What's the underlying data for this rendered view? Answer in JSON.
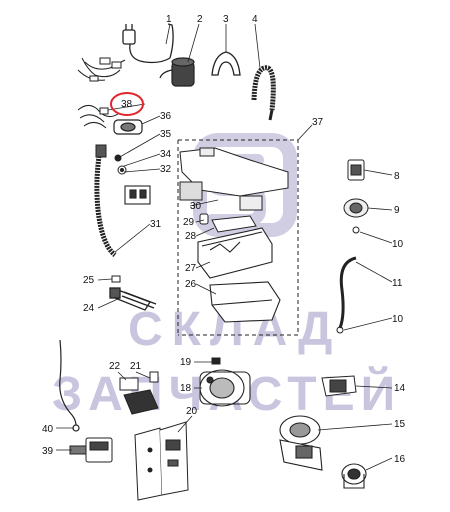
{
  "watermark": {
    "line1": "СКЛАД",
    "line2": "ЗАПЧАСТЕЙ",
    "color": "#c9c5df"
  },
  "highlight": {
    "part": "38",
    "color": "#e0262b"
  },
  "parts": [
    {
      "num": "1"
    },
    {
      "num": "2"
    },
    {
      "num": "3"
    },
    {
      "num": "4"
    },
    {
      "num": "8"
    },
    {
      "num": "9"
    },
    {
      "num": "10"
    },
    {
      "num": "10"
    },
    {
      "num": "11"
    },
    {
      "num": "14"
    },
    {
      "num": "15"
    },
    {
      "num": "16"
    },
    {
      "num": "18"
    },
    {
      "num": "19"
    },
    {
      "num": "20"
    },
    {
      "num": "21"
    },
    {
      "num": "22"
    },
    {
      "num": "24"
    },
    {
      "num": "25"
    },
    {
      "num": "26"
    },
    {
      "num": "27"
    },
    {
      "num": "28"
    },
    {
      "num": "29"
    },
    {
      "num": "30"
    },
    {
      "num": "31"
    },
    {
      "num": "32"
    },
    {
      "num": "34"
    },
    {
      "num": "35"
    },
    {
      "num": "36"
    },
    {
      "num": "37"
    },
    {
      "num": "38"
    },
    {
      "num": "39"
    },
    {
      "num": "40"
    }
  ]
}
